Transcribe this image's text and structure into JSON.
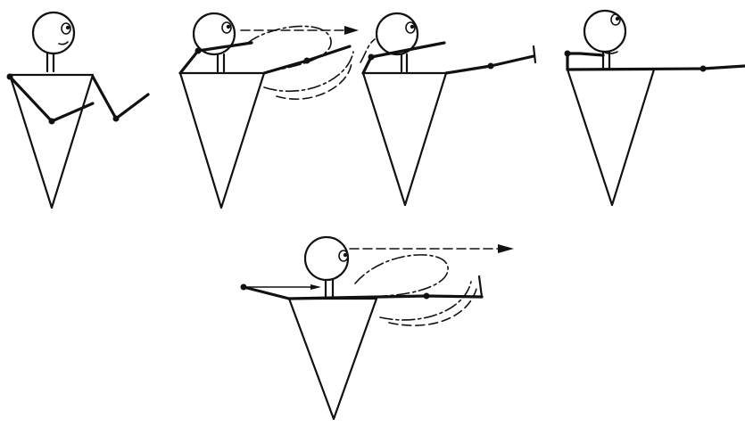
{
  "figure": {
    "ink_color": "#111111",
    "background_color": "#ffffff",
    "panels": [
      {
        "id": "step-1",
        "description_key": "arms-bent"
      },
      {
        "id": "step-2",
        "description_key": "arm-swing-forward"
      },
      {
        "id": "step-3",
        "description_key": "arm-extended-forward"
      },
      {
        "id": "step-4",
        "description_key": "arms-horizontal"
      },
      {
        "id": "step-5",
        "description_key": "arm-swing-back"
      }
    ]
  }
}
